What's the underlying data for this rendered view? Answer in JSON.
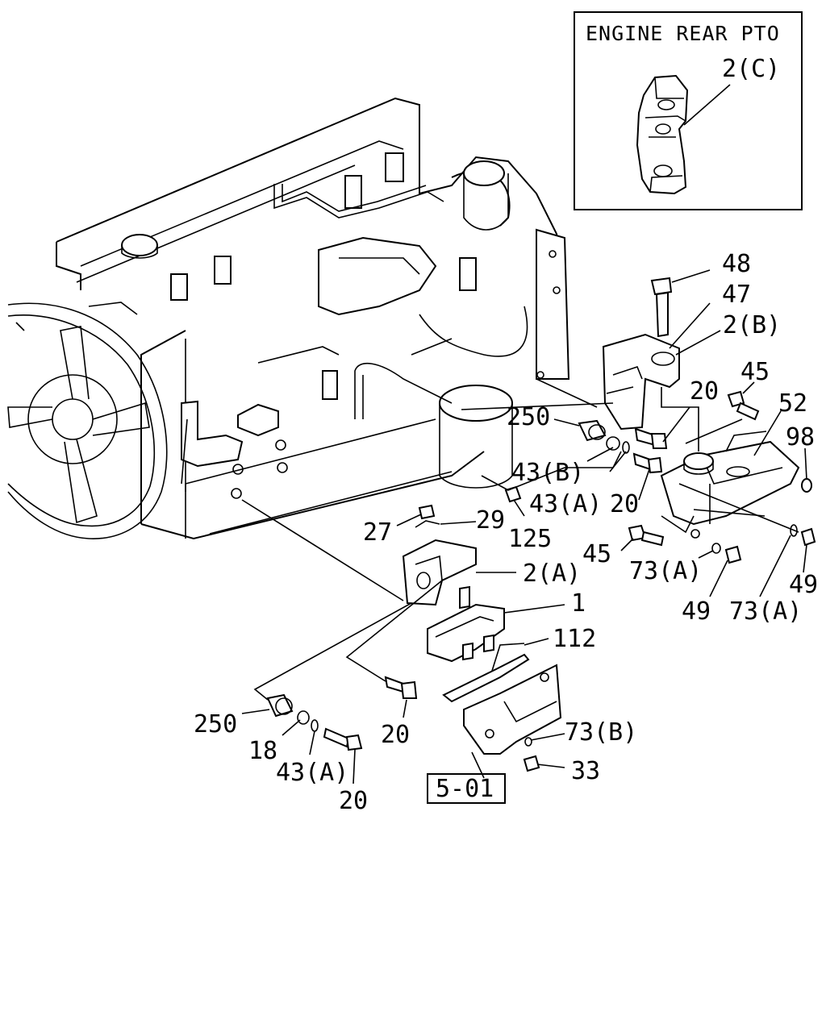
{
  "inset": {
    "title": "ENGINE REAR PTO",
    "part_label": "2(C)"
  },
  "labels": {
    "l48": "48",
    "l47": "47",
    "l2b": "2(B)",
    "l45a": "45",
    "l20a": "20",
    "l52": "52",
    "l98": "98",
    "l250a": "250",
    "l43b": "43(B)",
    "l43a1": "43(A)",
    "l20b": "20",
    "l125": "125",
    "l27": "27",
    "l29": "29",
    "l2a": "2(A)",
    "l45b": "45",
    "l73a1": "73(A)",
    "l49a": "49",
    "l73a2": "73(A)",
    "l49b": "49",
    "l1": "1",
    "l112": "112",
    "l250b": "250",
    "l18": "18",
    "l43a2": "43(A)",
    "l20c": "20",
    "l20d": "20",
    "l73b": "73(B)",
    "l33": "33",
    "ref": "5-01"
  }
}
